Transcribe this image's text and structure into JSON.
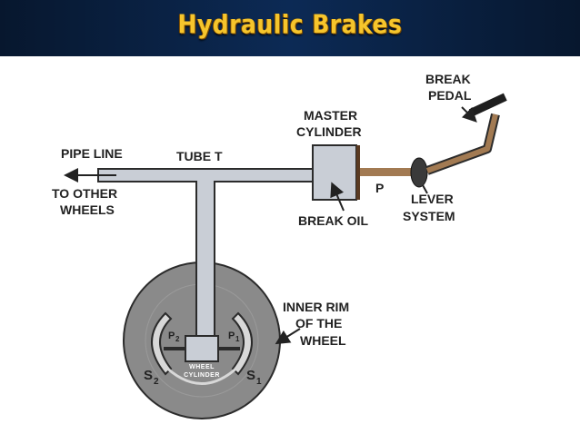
{
  "header": {
    "title": "Hydraulic Brakes"
  },
  "labels": {
    "break_pedal_1": "BREAK",
    "break_pedal_2": "PEDAL",
    "master_cylinder_1": "MASTER",
    "master_cylinder_2": "CYLINDER",
    "pipe_line": "PIPE LINE",
    "tube_t": "TUBE T",
    "to_other_wheels_1": "TO OTHER",
    "to_other_wheels_2": "WHEELS",
    "p": "P",
    "lever_system_1": "LEVER",
    "lever_system_2": "SYSTEM",
    "break_oil": "BREAK OIL",
    "inner_rim_1": "INNER RIM",
    "inner_rim_2": "OF THE",
    "inner_rim_3": "WHEEL",
    "p2_main": "P",
    "p2_sub": "2",
    "p1_main": "P",
    "p1_sub": "1",
    "s2_main": "S",
    "s2_sub": "2",
    "s1_main": "S",
    "s1_sub": "1",
    "wheel_cylinder_1": "WHEEL",
    "wheel_cylinder_2": "CYLINDER"
  },
  "colors": {
    "pipe_fill": "#c9ced6",
    "outline": "#2b2b2b",
    "wheel_fill": "#8a8a8a",
    "rod": "#a27a52",
    "title": "#f6c52c"
  }
}
